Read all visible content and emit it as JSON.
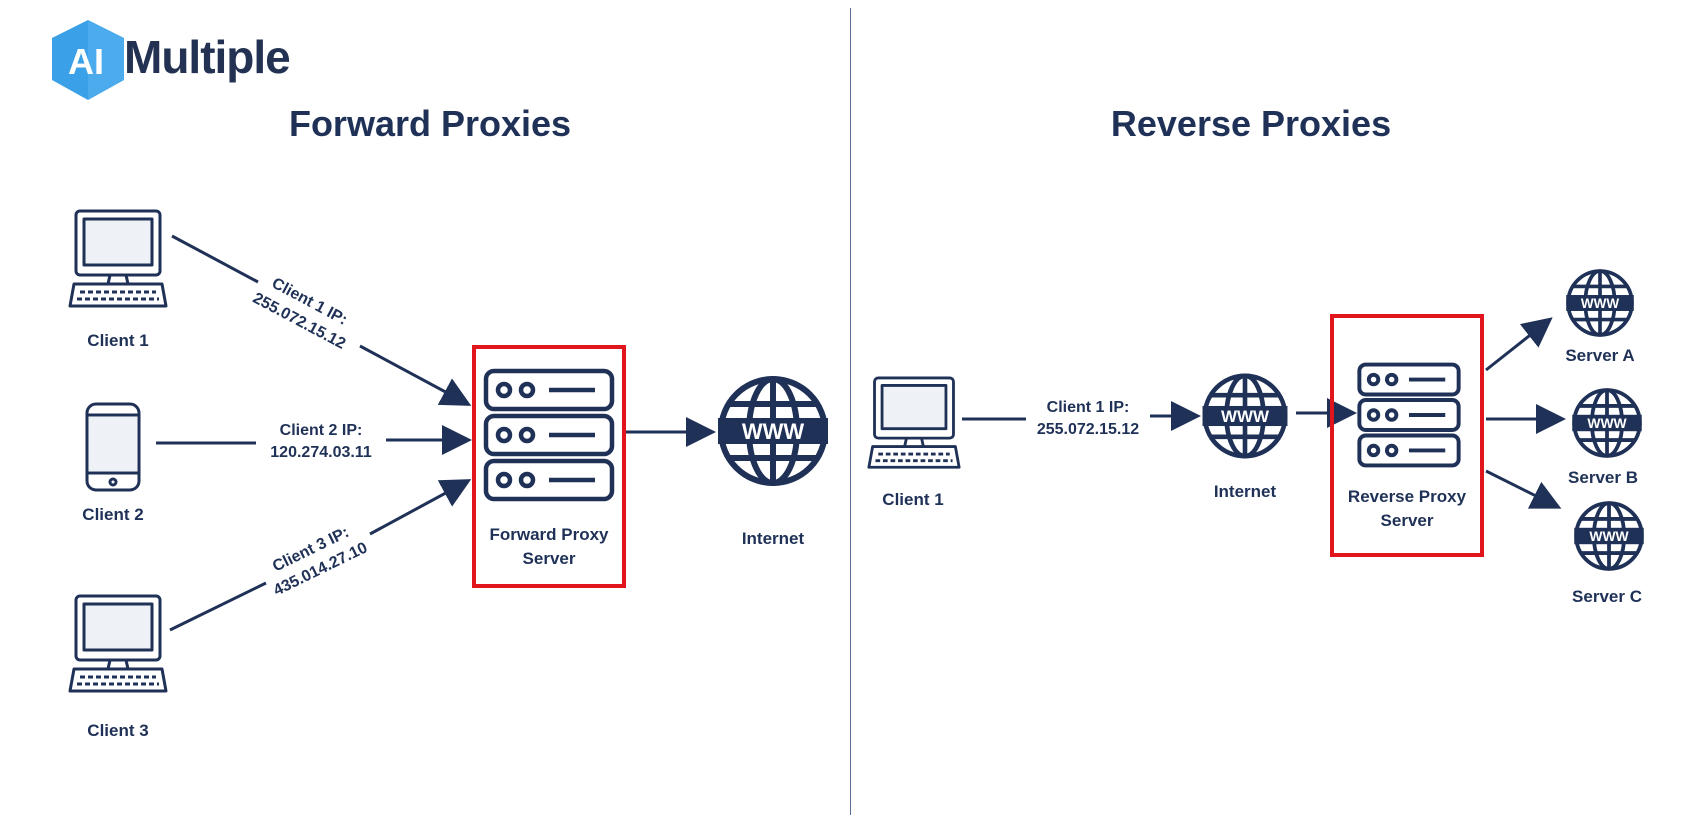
{
  "logo": {
    "badge": "AI",
    "word": "Multiple"
  },
  "forward": {
    "title": "Forward Proxies",
    "clients": [
      {
        "label": "Client 1",
        "ip_title": "Client 1 IP:",
        "ip_value": "255.072.15.12"
      },
      {
        "label": "Client 2",
        "ip_title": "Client 2 IP:",
        "ip_value": "120.274.03.11"
      },
      {
        "label": "Client 3",
        "ip_title": "Client 3 IP:",
        "ip_value": "435.014.27.10"
      }
    ],
    "proxy_label": "Forward Proxy Server",
    "internet_label": "Internet"
  },
  "reverse": {
    "title": "Reverse Proxies",
    "client_label": "Client 1",
    "ip_title": "Client 1 IP:",
    "ip_value": "255.072.15.12",
    "internet_label": "Internet",
    "proxy_label": "Reverse Proxy Server",
    "servers": [
      "Server A",
      "Server B",
      "Server C"
    ]
  },
  "icons": {
    "globe_text": "WWW",
    "names": [
      "desktop-computer-icon",
      "smartphone-icon",
      "server-rack-icon",
      "globe-www-icon"
    ]
  },
  "colors": {
    "navy": "#1f3157",
    "highlight": "#e0161c",
    "logo_blue": "#3aa0e8"
  }
}
